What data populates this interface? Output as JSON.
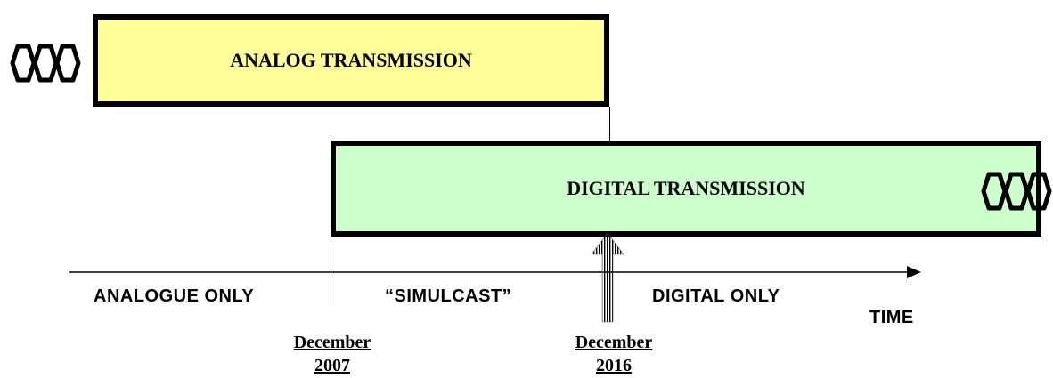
{
  "bars": {
    "analog_label": "ANALOG TRANSMISSION",
    "digital_label": "DIGITAL TRANSMISSION"
  },
  "periods": {
    "analogue_only": "ANALOGUE ONLY",
    "simulcast": "“SIMULCAST”",
    "digital_only": "DIGITAL ONLY"
  },
  "axis": {
    "label": "TIME"
  },
  "dates": {
    "start_month": "December",
    "start_year": "2007",
    "end_month": "December",
    "end_year": "2016"
  },
  "icons": {
    "left": "signal-wave-icon",
    "right": "signal-wave-icon"
  },
  "colors": {
    "analog_fill": "#ffff99",
    "digital_fill": "#ccffcc",
    "outline": "#000000"
  }
}
